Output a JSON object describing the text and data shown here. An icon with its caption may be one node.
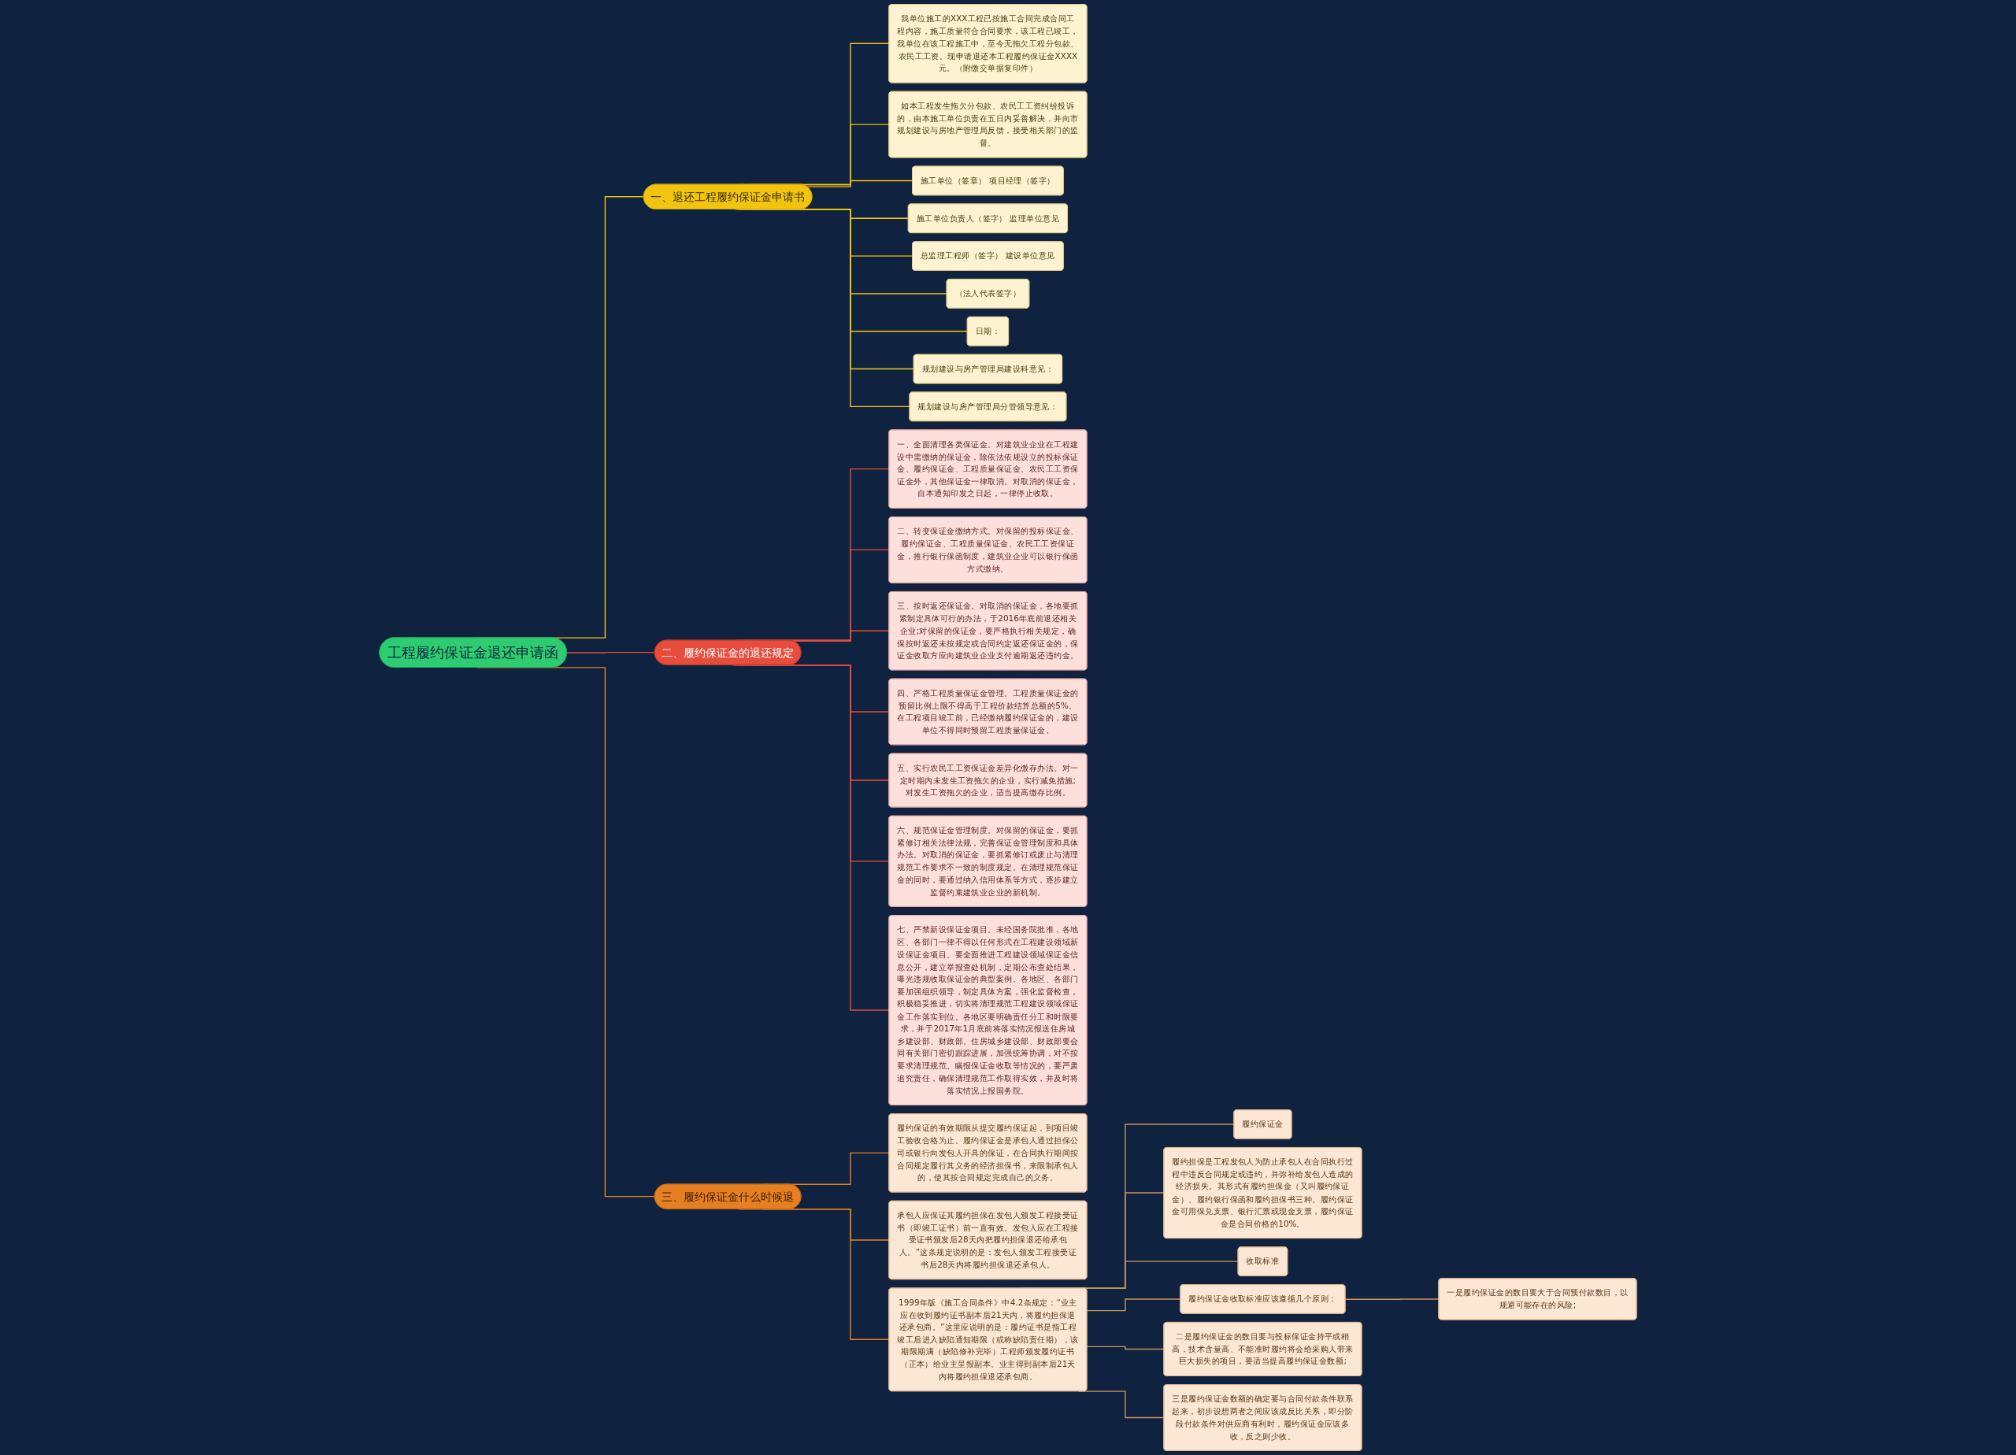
{
  "diagram": {
    "nodes": [
      {
        "text": [
          "工程履约保证金退还申请函"
        ]
      },
      {
        "text": [
          "一、退还工程履约保证金申请书"
        ]
      },
      {
        "text": [
          "我单位施工的XXX工程已按施工合同完成合同工程内容，施工质量符合合同要求，该工程已竣工，我单位在该工程施工中，至今无拖欠工程分包款、农民工工资。现申请退还本工程履约保证金XXXX元。（附缴交单据复印件）"
        ]
      },
      {
        "text": [
          "如本工程发生拖欠分包款、农民工工资纠纷投诉的，由本施工单位负责在五日内妥善解决，并向市规划建设与房地产管理局反馈，接受相关部门的监督。"
        ]
      },
      {
        "text": [
          "施工单位（签章） 项目经理（签字）"
        ]
      },
      {
        "text": [
          "施工单位负责人（签字） 监理单位意见"
        ]
      },
      {
        "text": [
          "总监理工程师（签字） 建设单位意见"
        ]
      },
      {
        "text": [
          "（法人代表签字）"
        ]
      },
      {
        "text": [
          "日期："
        ]
      },
      {
        "text": [
          "规划建设与房产管理局建设科意见："
        ]
      },
      {
        "text": [
          "规划建设与房产管理局分管领导意见："
        ]
      },
      {
        "text": [
          "二、履约保证金的退还规定"
        ]
      },
      {
        "text": [
          "一、全面清理各类保证金。对建筑业企业在工程建设中需缴纳的保证金，除依法依规设立的投标保证金、履约保证金、工程质量保证金、农民工工资保证金外，其他保证金一律取消。对取消的保证金，自本通知印发之日起，一律停止收取。"
        ]
      },
      {
        "text": [
          "二、转变保证金缴纳方式。对保留的投标保证金、履约保证金、工程质量保证金、农民工工资保证金，推行银行保函制度，建筑业企业可以银行保函方式缴纳。"
        ]
      },
      {
        "text": [
          "三、按时返还保证金。对取消的保证金，各地要抓紧制定具体可行的办法，于2016年底前退还相关企业;对保留的保证金，要严格执行相关规定，确保按时返还未按规定或合同约定返还保证金的，保证金收取方应向建筑业企业支付逾期返还违约金。"
        ]
      },
      {
        "text": [
          "四、严格工程质量保证金管理。工程质量保证金的预留比例上限不得高于工程价款结算总额的5%。在工程项目竣工前，已经缴纳履约保证金的，建设单位不得同时预留工程质量保证金。"
        ]
      },
      {
        "text": [
          "五、实行农民工工资保证金差异化缴存办法。对一定时期内未发生工资拖欠的企业，实行减免措施;对发生工资拖欠的企业，适当提高缴存比例。"
        ]
      },
      {
        "text": [
          "六、规范保证金管理制度。对保留的保证金，要抓紧修订相关法律法规，完善保证金管理制度和具体办法。对取消的保证金，要抓紧修订或废止与清理规范工作要求不一致的制度规定。在清理规范保证金的同时，要通过纳入信用体系等方式，逐步建立监督约束建筑业企业的新机制。"
        ]
      },
      {
        "text": [
          "七、严禁新设保证金项目。未经国务院批准，各地区、各部门一律不得以任何形式在工程建设领域新设保证金项目。要全面推进工程建设领域保证金信息公开，建立举报查处机制，定期公布查处结果，曝光违规收取保证金的典型案例。各地区、各部门要加强组织领导，制定具体方案，强化监督检查，积极稳妥推进，切实将清理规范工程建设领域保证金工作落实到位。各地区要明确责任分工和时限要求，并于2017年1月底前将落实情况报送住房城乡建设部、财政部。住房城乡建设部、财政部要会同有关部门密切跟踪进展，加强统筹协调，对不按要求清理规范、瞒报保证金收取等情况的，要严肃追究责任，确保清理规范工作取得实效，并及时将落实情况上报国务院。"
        ]
      },
      {
        "text": [
          "三、履约保证金什么时候退"
        ]
      },
      {
        "text": [
          "履约保证的有效期限从提交履约保证起，到项目竣工验收合格为止。履约保证金是承包人通过担保公司或银行向发包人开具的保证，在合同执行期间按合同规定履行其义务的经济担保书，来限制承包人的，使其按合同规定完成自己的义务。"
        ]
      },
      {
        "text": [
          "承包人应保证其履约担保在发包人颁发工程接受证书（即竣工证书）前一直有效。发包人应在工程接受证书颁发后28天内把履约担保退还给承包人。”这条规定说明的是：发包人颁发工程接受证书后28天内将履约担保退还承包人。"
        ]
      },
      {
        "text": [
          "1999年版《施工合同条件》中4.2条规定：“业主应在收到履约证书副本后21天内，将履约担保退还承包商。”这里应说明的是：履约证书是指工程竣工后进入缺陷通知期限（或称缺陷责任期），该期限期满（缺陷修补完毕）工程师颁发履约证书（正本）给业主呈报副本。业主得到副本后21天内将履约担保退还承包商。"
        ]
      },
      {
        "text": [
          "履约保证金"
        ]
      },
      {
        "text": [
          "履约担保是工程发包人为防止承包人在合同执行过程中违反合同规定或违约，并弥补给发包人造成的经济损失。其形式有履约担保金（又叫履约保证金）、履约银行保函和履约担保书三种。履约保证金可用保兑支票、银行汇票或现金支票，履约保证金是合同价格的10%。"
        ]
      },
      {
        "text": [
          "收取标准"
        ]
      },
      {
        "text": [
          "履约保证金收取标准应该遵循几个原则："
        ]
      },
      {
        "text": [
          "一是履约保证金的数目要大于合同预付款数目，以规避可能存在的风险;"
        ]
      },
      {
        "text": [
          "二是履约保证金的数目要与投标保证金持平或稍高，技术含量高、不能准时履约将会给采购人带来巨大损失的项目，要适当提高履约保证金数额;"
        ]
      },
      {
        "text": [
          "三是履约保证金数额的确定要与合同付款条件联系起来，初步设想两者之间应该成反比关系，即分阶段付款条件对供应商有利时，履约保证金应该多收，反之则少收。"
        ]
      }
    ],
    "edges": [
      {
        "from": 0,
        "to": 1,
        "arrow": "none",
        "color": "#f1c40f"
      },
      {
        "from": 1,
        "to": 2,
        "arrow": "none",
        "color": "#f1c40f"
      },
      {
        "from": 1,
        "to": 3,
        "arrow": "none",
        "color": "#f1c40f"
      },
      {
        "from": 1,
        "to": 4,
        "arrow": "none",
        "color": "#f1c40f"
      },
      {
        "from": 1,
        "to": 5,
        "arrow": "none",
        "color": "#f1c40f"
      },
      {
        "from": 1,
        "to": 6,
        "arrow": "none",
        "color": "#f1c40f"
      },
      {
        "from": 1,
        "to": 7,
        "arrow": "none",
        "color": "#f1c40f"
      },
      {
        "from": 1,
        "to": 8,
        "arrow": "none",
        "color": "#f1c40f"
      },
      {
        "from": 1,
        "to": 9,
        "arrow": "none",
        "color": "#f1c40f"
      },
      {
        "from": 1,
        "to": 10,
        "arrow": "none",
        "color": "#f1c40f"
      },
      {
        "from": 0,
        "to": 11,
        "arrow": "none",
        "color": "#e74c3c"
      },
      {
        "from": 11,
        "to": 12,
        "arrow": "none",
        "color": "#e74c3c"
      },
      {
        "from": 11,
        "to": 13,
        "arrow": "none",
        "color": "#e74c3c"
      },
      {
        "from": 11,
        "to": 14,
        "arrow": "none",
        "color": "#e74c3c"
      },
      {
        "from": 11,
        "to": 15,
        "arrow": "none",
        "color": "#e74c3c"
      },
      {
        "from": 11,
        "to": 16,
        "arrow": "none",
        "color": "#e74c3c"
      },
      {
        "from": 11,
        "to": 17,
        "arrow": "none",
        "color": "#e74c3c"
      },
      {
        "from": 11,
        "to": 18,
        "arrow": "none",
        "color": "#e74c3c"
      },
      {
        "from": 0,
        "to": 19,
        "arrow": "none",
        "color": "#e67e22"
      },
      {
        "from": 19,
        "to": 20,
        "arrow": "none",
        "color": "#e67e22"
      },
      {
        "from": 19,
        "to": 21,
        "arrow": "none",
        "color": "#e67e22"
      },
      {
        "from": 19,
        "to": 22,
        "arrow": "none",
        "color": "#e67e22"
      },
      {
        "from": 22,
        "to": 23,
        "arrow": "none",
        "color": "#c9935f"
      },
      {
        "from": 22,
        "to": 24,
        "arrow": "none",
        "color": "#c9935f"
      },
      {
        "from": 22,
        "to": 25,
        "arrow": "none",
        "color": "#c9935f"
      },
      {
        "from": 22,
        "to": 26,
        "arrow": "none",
        "color": "#c9935f"
      },
      {
        "from": 26,
        "to": 27,
        "arrow": "none",
        "color": "#c9935f"
      },
      {
        "from": 22,
        "to": 28,
        "arrow": "none",
        "color": "#c9935f"
      },
      {
        "from": 22,
        "to": 29,
        "arrow": "none",
        "color": "#c9935f"
      }
    ]
  }
}
